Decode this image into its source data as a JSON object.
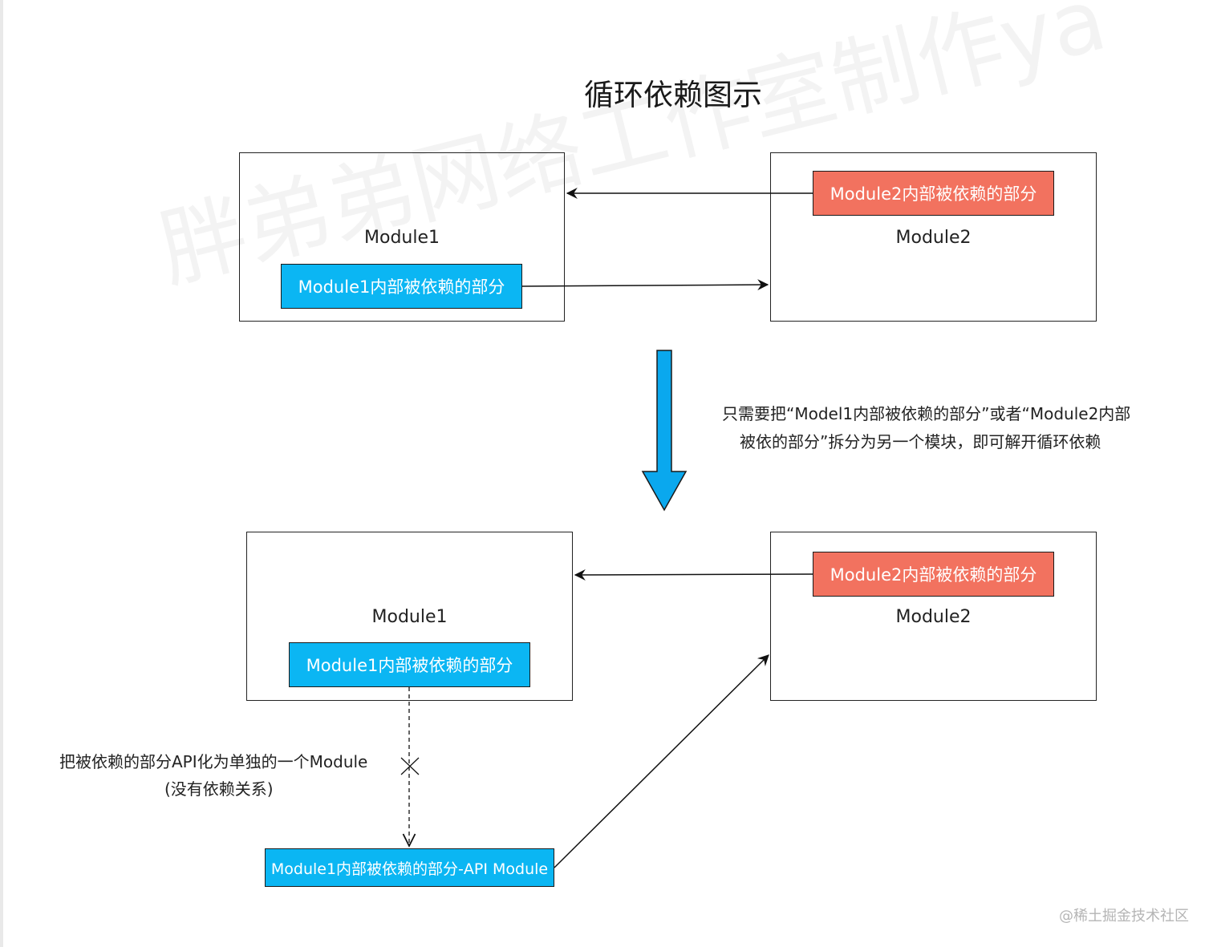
{
  "title": "循环依赖图示",
  "watermark": "胖弟弟网络工作室制作ya",
  "top": {
    "module1_label": "Module1",
    "module1_part": "Module1内部被依赖的部分",
    "module2_label": "Module2",
    "module2_part": "Module2内部被依赖的部分"
  },
  "explanation": {
    "line1": "只需要把“Model1内部被依赖的部分”或者“Module2内部",
    "line2": "被依的部分”拆分为另一个模块，即可解开循环依赖"
  },
  "bottom": {
    "module1_label": "Module1",
    "module1_part": "Module1内部被依赖的部分",
    "module2_label": "Module2",
    "module2_part": "Module2内部被依赖的部分",
    "api_module": "Module1内部被依赖的部分-API Module",
    "note_line1": "把被依赖的部分API化为单独的一个Module",
    "note_line2": "(没有依赖关系)"
  },
  "footer": "@稀土掘金技术社区",
  "colors": {
    "blue": "#0bb6f3",
    "red": "#f2725f",
    "arrow_blue": "#0aa8ee"
  }
}
